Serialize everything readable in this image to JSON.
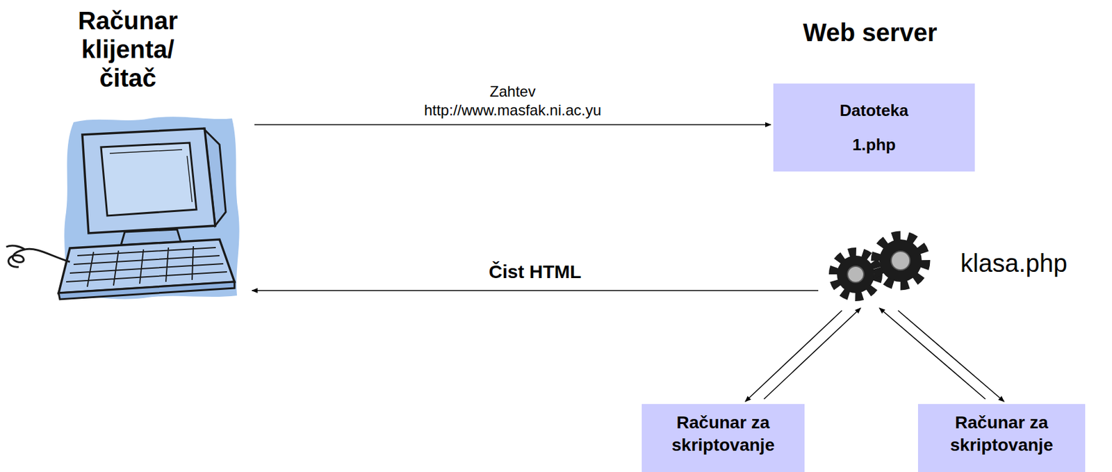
{
  "diagram": {
    "nodes": [
      {
        "text": [
          "Računar klijenta/čitač"
        ]
      },
      {
        "text": [
          "Datoteka 1.php"
        ]
      },
      {
        "text": [
          "klasa.php"
        ]
      },
      {
        "text": [
          "Računar za skriptovanje"
        ]
      },
      {
        "text": [
          "Računar za skriptovanje"
        ]
      }
    ],
    "edges": [
      {
        "from": 0,
        "to": 1,
        "arrow": "to",
        "label": "Zahtev http://www.masfak.ni.ac.yu"
      },
      {
        "from": 2,
        "to": 0,
        "arrow": "to",
        "label": "Čist HTML"
      },
      {
        "from": 2,
        "to": 3,
        "arrow": "to"
      },
      {
        "from": 3,
        "to": 2,
        "arrow": "to"
      },
      {
        "from": 2,
        "to": 4,
        "arrow": "to"
      },
      {
        "from": 4,
        "to": 2,
        "arrow": "to"
      }
    ],
    "labels": [
      "Web server"
    ]
  }
}
